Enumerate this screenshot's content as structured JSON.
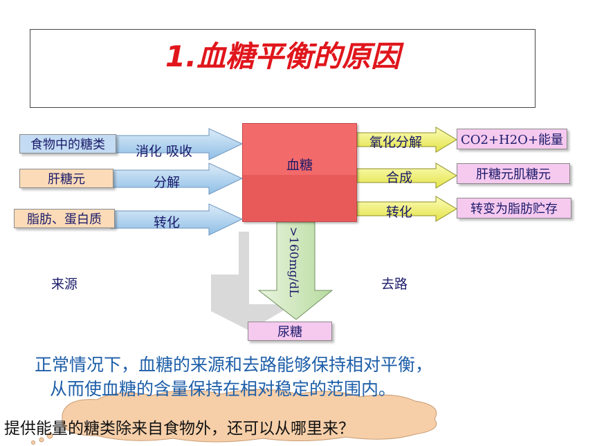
{
  "title": "1.血糖平衡的原因",
  "sources": [
    {
      "label": "食物中的糖类",
      "process": "消化  吸收"
    },
    {
      "label": "肝糖元",
      "process": "分解"
    },
    {
      "label": "脂肪、蛋白质",
      "process": "转化"
    }
  ],
  "center": "血糖",
  "outputs": [
    {
      "process": "氧化分解",
      "label": "CO2+H2O+能量"
    },
    {
      "process": "合成",
      "label": "肝糖元肌糖元"
    },
    {
      "process": "转化",
      "label": "转变为脂肪贮存"
    }
  ],
  "threshold": ">160mg/dL",
  "urine": "尿糖",
  "source_caption": "来源",
  "destination_caption": "去路",
  "summary_line1": "正常情况下，血糖的来源和去路能够保持相对平衡，",
  "summary_line2": "从而使血糖的含量保持在相对稳定的范围内。",
  "question": "提供能量的糖类除来自食物外，还可以从哪里来？",
  "colors": {
    "title": "#e0161c",
    "text": "#1a1a6a",
    "summary": "#1d5ea8",
    "blood_box": "#f36a6a",
    "arrow_blue": "#a9cdec",
    "arrow_yellow": "#f0f07a",
    "pink_box": "#f6c9ef",
    "cloud": "#f6cfa9"
  }
}
